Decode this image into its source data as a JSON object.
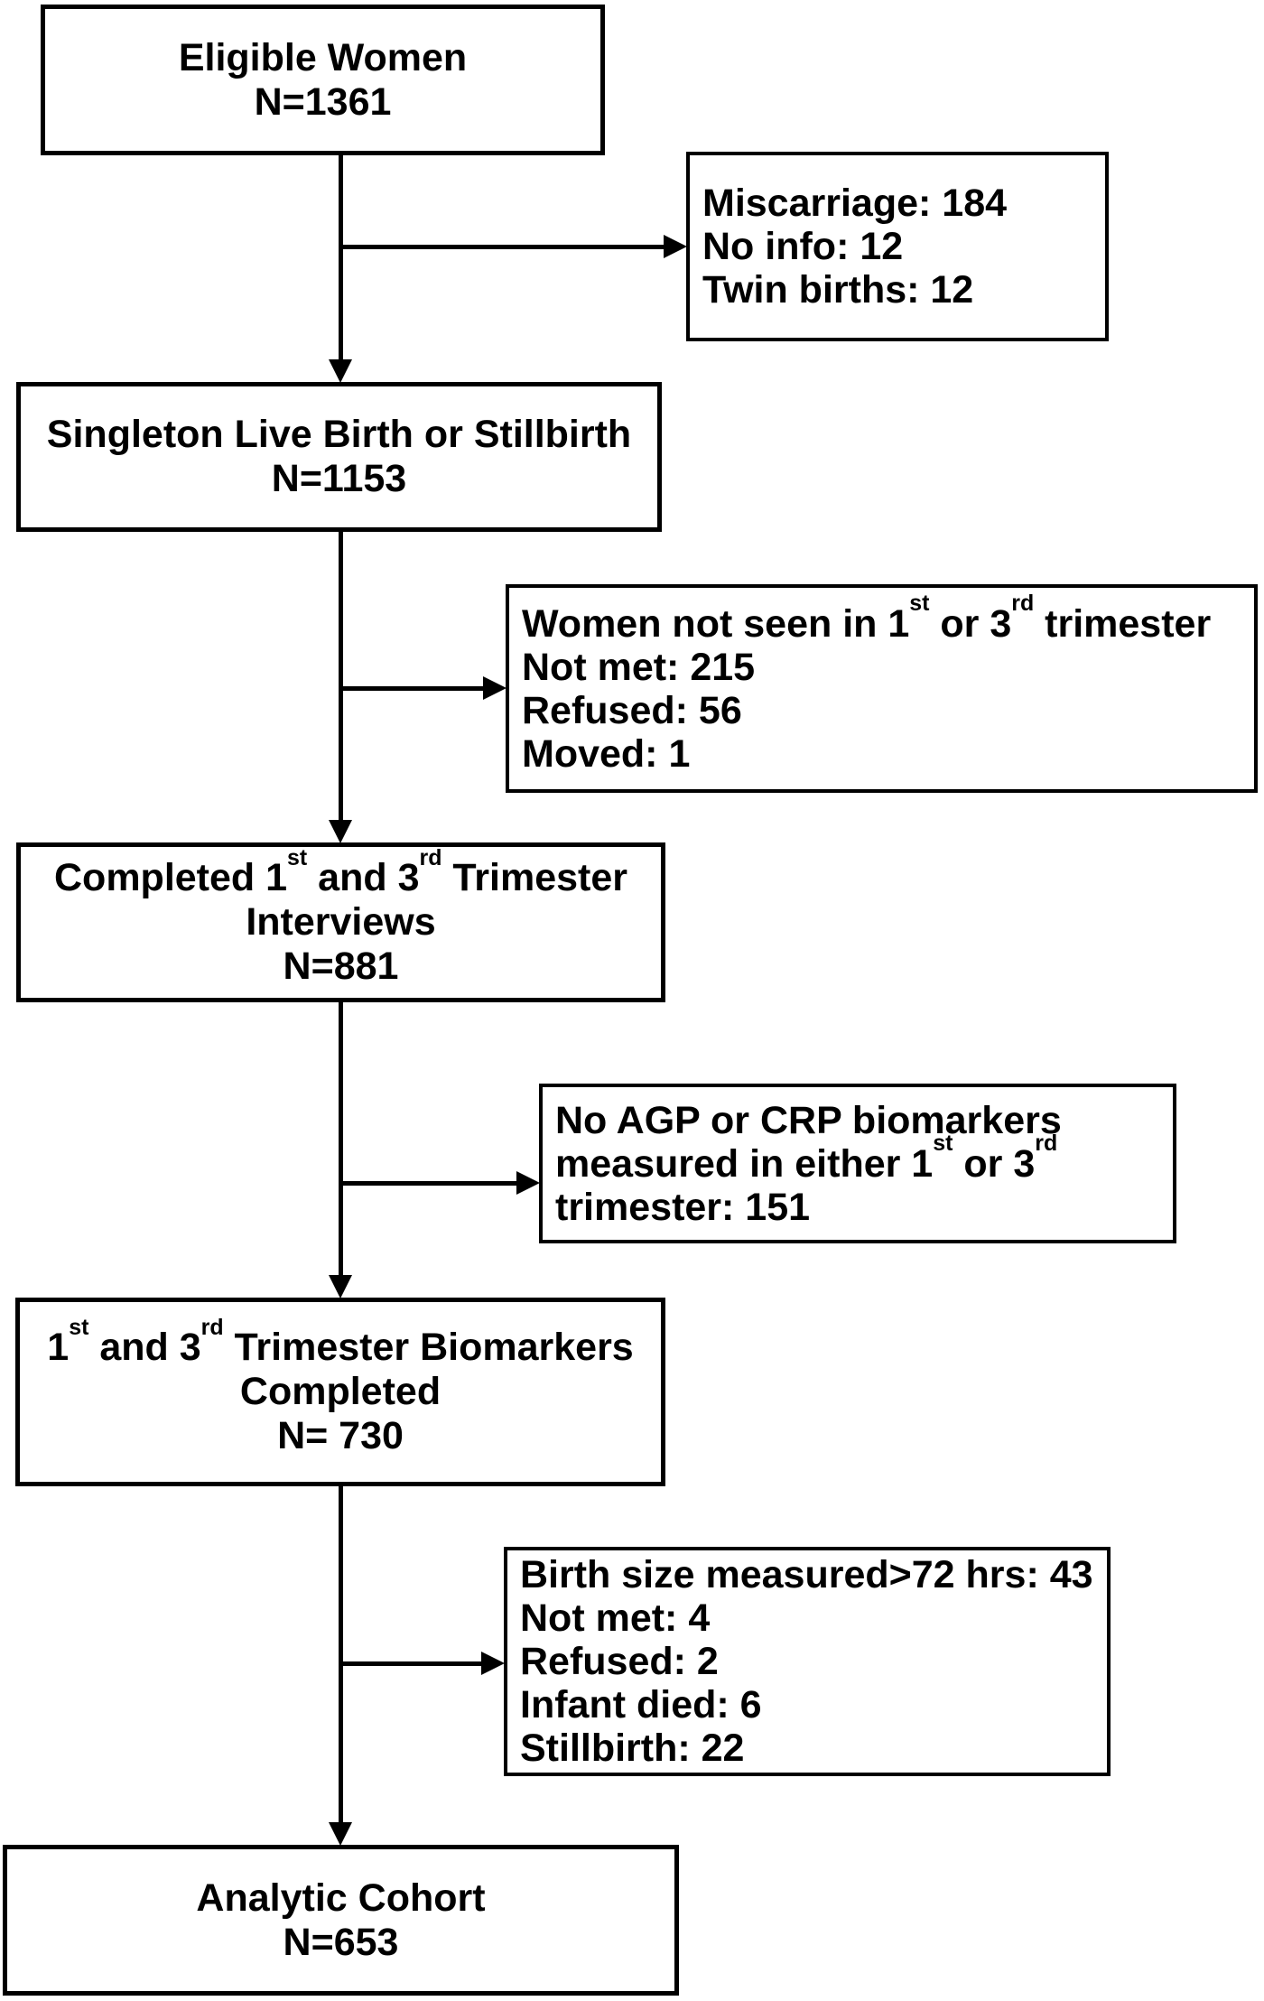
{
  "flowchart": {
    "main_boxes": [
      {
        "id": "eligible-women",
        "lines": [
          "Eligible Women",
          "N=1361"
        ]
      },
      {
        "id": "singleton-live-birth-or-stillbirth",
        "lines": [
          "Singleton Live Birth or Stillbirth",
          "N=1153"
        ]
      },
      {
        "id": "completed-interviews",
        "lines": [
          "Completed 1st and 3rd Trimester",
          "Interviews",
          "N=881"
        ]
      },
      {
        "id": "biomarkers-completed",
        "lines": [
          "1st and 3rd Trimester Biomarkers",
          "Completed",
          "N= 730"
        ]
      },
      {
        "id": "analytic-cohort",
        "lines": [
          "Analytic Cohort",
          "N=653"
        ]
      }
    ],
    "exclusion_boxes": [
      {
        "id": "exclusions-after-eligible",
        "lines": [
          "Miscarriage: 184",
          "No info: 12",
          "Twin births: 12"
        ]
      },
      {
        "id": "exclusions-not-seen",
        "lines": [
          "Women not seen in 1st or 3rd trimester",
          "Not met: 215",
          "Refused: 56",
          "Moved: 1"
        ]
      },
      {
        "id": "exclusions-no-biomarkers",
        "lines": [
          "No AGP or CRP biomarkers",
          "measured in either 1st or 3rd",
          "trimester: 151"
        ]
      },
      {
        "id": "exclusions-birth-size",
        "lines": [
          "Birth size measured>72 hrs: 43",
          "Not met: 4",
          "Refused: 2",
          "Infant died: 6",
          "Stillbirth: 22"
        ]
      }
    ],
    "colors": {
      "line": "#000000",
      "background": "#ffffff",
      "text": "#000000"
    }
  }
}
